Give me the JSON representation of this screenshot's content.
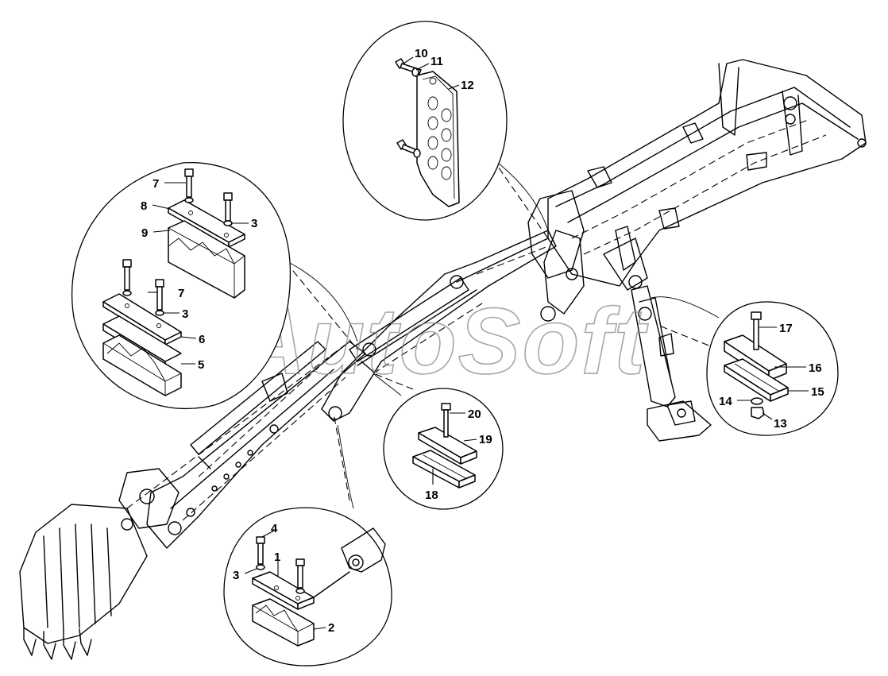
{
  "watermark": "AutoSoft",
  "callouts": [
    {
      "id": "top",
      "labels": [
        "10",
        "11",
        "12"
      ]
    },
    {
      "id": "left",
      "labels": [
        "7",
        "8",
        "3",
        "9",
        "7",
        "3",
        "6",
        "5"
      ]
    },
    {
      "id": "right",
      "labels": [
        "17",
        "16",
        "15",
        "14",
        "13"
      ]
    },
    {
      "id": "mid",
      "labels": [
        "20",
        "19",
        "18"
      ]
    },
    {
      "id": "bottom",
      "labels": [
        "4",
        "3",
        "1",
        "2"
      ]
    }
  ],
  "labels": {
    "l1": "1",
    "l2": "2",
    "l3a": "3",
    "l3b": "3",
    "l3c": "3",
    "l4": "4",
    "l5": "5",
    "l6": "6",
    "l7a": "7",
    "l7b": "7",
    "l8": "8",
    "l9": "9",
    "l10": "10",
    "l11": "11",
    "l12": "12",
    "l13": "13",
    "l14": "14",
    "l15": "15",
    "l16": "16",
    "l17": "17",
    "l18": "18",
    "l19": "19",
    "l20": "20"
  }
}
